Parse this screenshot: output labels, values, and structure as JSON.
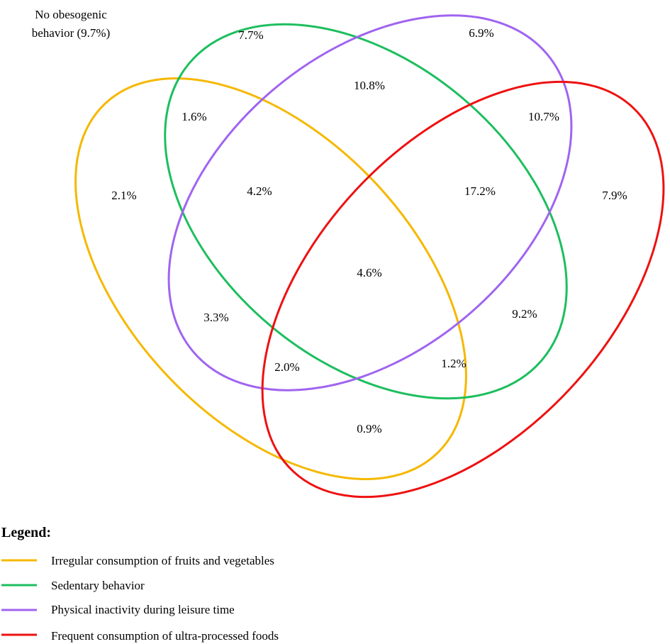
{
  "outside": {
    "line1": "No obesogenic",
    "line2": "behavior (9.7%)"
  },
  "sets": [
    {
      "key": "fruits_veg",
      "label": "Irregular consumption of fruits and vegetables",
      "color": "#F5B800"
    },
    {
      "key": "sedentary",
      "label": "Sedentary behavior",
      "color": "#1DBE5E"
    },
    {
      "key": "inactivity",
      "label": "Physical inactivity during leisure time",
      "color": "#A064F0"
    },
    {
      "key": "ultra_processed",
      "label": "Frequent consumption of ultra-processed foods",
      "color": "#EE1111"
    }
  ],
  "regions": {
    "fruits_only": "2.1%",
    "sedentary_only": "7.7%",
    "inactivity_only": "6.9%",
    "ultra_only": "7.9%",
    "fruits_sedentary": "1.6%",
    "sedentary_inactivity": "10.8%",
    "inactivity_ultra": "10.7%",
    "fruits_sedentary_inactivity": "4.2%",
    "sedentary_inactivity_ultra": "17.2%",
    "all_four": "4.6%",
    "fruits_inactivity": "3.3%",
    "sedentary_ultra": "9.2%",
    "fruits_inactivity_ultra": "2.0%",
    "fruits_sedentary_ultra": "1.2%",
    "fruits_ultra": "0.9%"
  },
  "legend": {
    "title": "Legend:"
  }
}
